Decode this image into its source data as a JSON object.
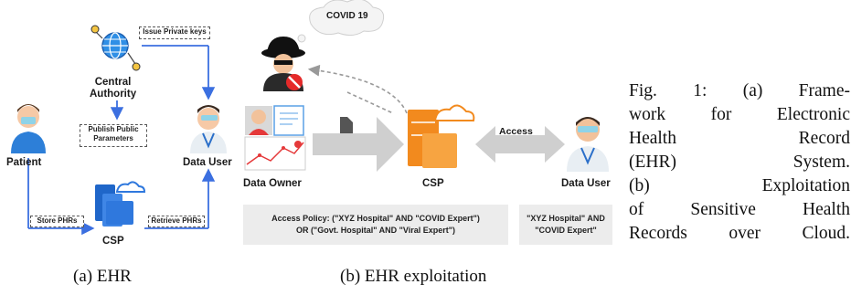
{
  "panel_a": {
    "central_authority_line1": "Central",
    "central_authority_line2": "Authority",
    "issue_keys": "Issue Private keys",
    "publish_line1": "Publish Public",
    "publish_line2": "Parameters",
    "patient": "Patient",
    "data_user": "Data User",
    "store": "Store PHRs",
    "retrieve": "Retrieve PHRs",
    "csp": "CSP",
    "caption": "(a) EHR"
  },
  "panel_b": {
    "covid_cloud": "COVID 19",
    "access": "Access",
    "data_owner": "Data Owner",
    "csp": "CSP",
    "data_user": "Data User",
    "policy_line1": "Access Policy: (\"XYZ Hospital\" AND \"COVID Expert\")",
    "policy_line2": "OR (\"Govt. Hospital\" AND \"Viral Expert\")",
    "attr_line1": "\"XYZ Hospital\" AND",
    "attr_line2": "\"COVID Expert\"",
    "caption": "(b) EHR exploitation"
  },
  "figure_caption": {
    "lines": [
      "Fig. 1: (a) Frame-",
      "work for Electronic",
      "Health Record",
      "(EHR) System.",
      "(b) Exploitation",
      "of Sensitive Health",
      "Records over Cloud."
    ]
  },
  "colors": {
    "arrow_blue": "#3b6fe0",
    "server_orange": "#f28a1e",
    "server_blue": "#3f86e6",
    "shade_gray": "#cfcfcf"
  }
}
